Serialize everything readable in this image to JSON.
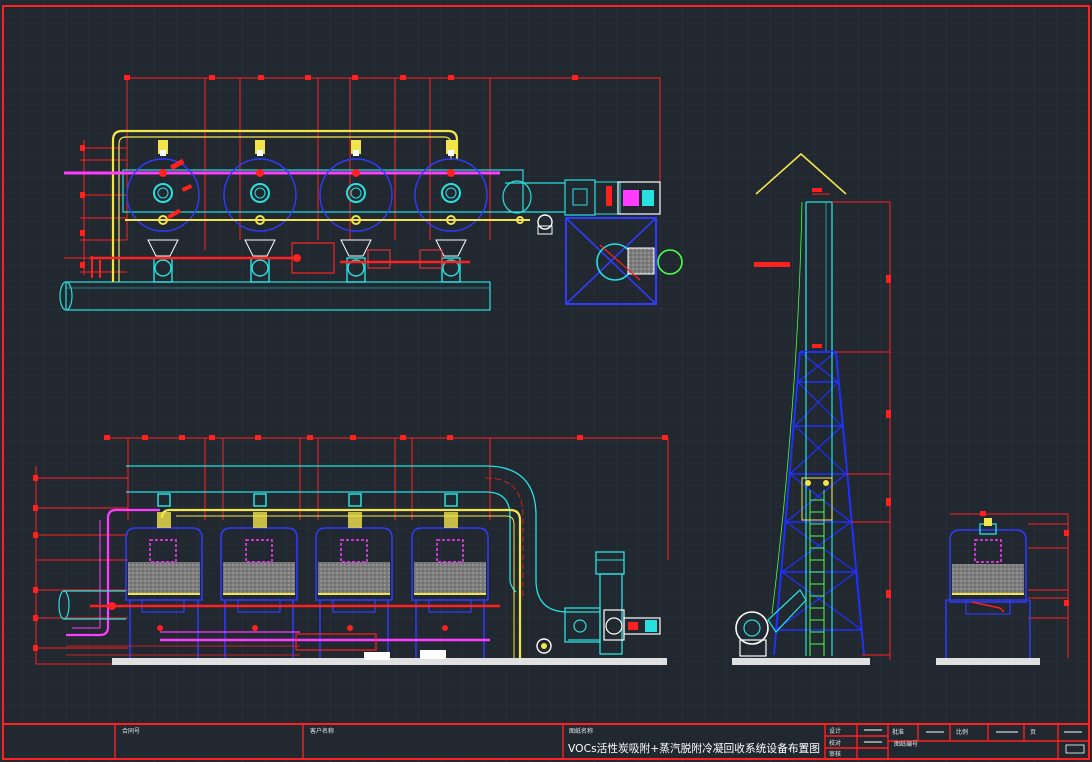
{
  "title_block": {
    "contract_label": "合同号",
    "customer_label": "客户名称",
    "drawing_name_label": "图纸名称",
    "drawing_title": "VOCs活性炭吸附+蒸汽脱附冷凝回收系统设备布置图",
    "drawing_no_label": "图纸编号",
    "design_label": "设计",
    "check_label": "校对",
    "review_label": "审核",
    "approve_label": "批准",
    "scale_label": "比例",
    "sheet_label": "页"
  },
  "colors": {
    "background": "#212830",
    "grid": "#2f3a45",
    "border": "#ff2020",
    "frame": "#ff3333",
    "pipe_yellow": "#f2e44b",
    "pipe_cyan": "#28e0e0",
    "pipe_magenta": "#ff3cff",
    "vessel_blue": "#2f3cff",
    "steel_white": "#ffffff",
    "carbon_bed": "#8a8a8a",
    "tower_blue": "#2030ff",
    "green": "#4cff4c"
  }
}
